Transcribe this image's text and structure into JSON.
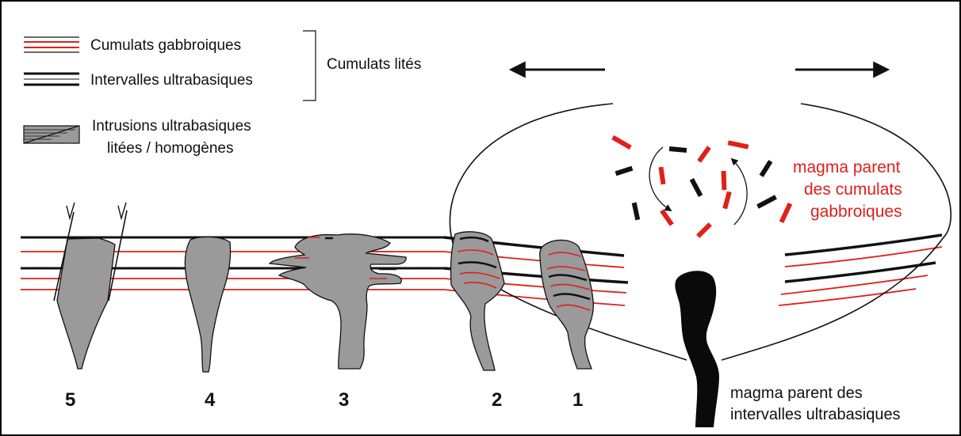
{
  "legend": {
    "items": [
      {
        "label": "Cumulats gabbroiques",
        "symbol": "red-line-pair"
      },
      {
        "label": "Intervalles ultrabasiques",
        "symbol": "black-line-pair"
      },
      {
        "label_line1": "Intrusions ultrabasiques",
        "label_line2": "litées / homogènes",
        "symbol": "layered-homogeneous-intrusion-box"
      }
    ],
    "bracket_label": "Cumulats lités"
  },
  "magma_chamber": {
    "label_red": [
      "magma parent",
      "des cumulats",
      "gabbroiques"
    ],
    "label_black": [
      "magma parent des",
      "intervalles ultrabasiques"
    ]
  },
  "intrusions": [
    "5",
    "4",
    "3",
    "2",
    "1"
  ],
  "colors": {
    "red": "#e0201a",
    "black": "#111111",
    "intrusion_fill": "#9a9a9a",
    "frame": "#000000"
  },
  "icons": [
    "arrow-left-icon",
    "arrow-right-icon",
    "normal-fault-icon",
    "convection-arrow-icon"
  ]
}
